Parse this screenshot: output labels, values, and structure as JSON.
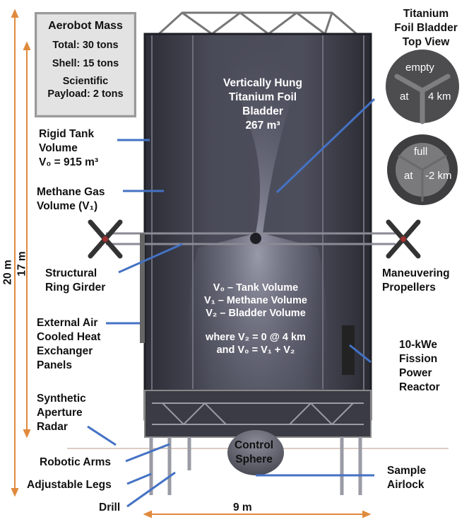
{
  "mass_box": {
    "title": "Aerobot Mass",
    "total": "Total:  30 tons",
    "shell": "Shell: 15 tons",
    "payload_line1": "Scientific",
    "payload_line2": "Payload: 2 tons"
  },
  "dimensions": {
    "overall_height": "20 m",
    "tank_height": "17 m",
    "width": "9 m"
  },
  "left_labels": {
    "rigid_tank": [
      "Rigid Tank",
      "Volume",
      "V₀ = 915 m³"
    ],
    "methane": [
      "Methane Gas",
      "Volume (V₁)"
    ],
    "girder": [
      "Structural",
      "Ring Girder"
    ],
    "heat_exchanger": [
      "External Air",
      "Cooled Heat",
      "Exchanger",
      "Panels"
    ],
    "radar": [
      "Synthetic",
      "Aperture",
      "Radar"
    ],
    "arms": "Robotic Arms",
    "legs": "Adjustable Legs",
    "drill": "Drill"
  },
  "center": {
    "bladder": [
      "Vertically Hung",
      "Titanium Foil",
      "Bladder",
      "267 m³"
    ],
    "equations": [
      "V₀ – Tank Volume",
      "V₁ – Methane Volume",
      "V₂ – Bladder Volume",
      "where V₂ = 0 @ 4 km",
      "and V₀ = V₁ + V₂"
    ],
    "control_sphere": [
      "Control",
      "Sphere"
    ]
  },
  "right_labels": {
    "top_view_title": [
      "Titanium",
      "Foil Bladder",
      "Top View"
    ],
    "empty_disc": {
      "top": "empty",
      "left": "at",
      "right": "4 km"
    },
    "full_disc": {
      "top": "full",
      "left": "at",
      "right": "-2 km"
    },
    "propellers": [
      "Maneuvering",
      "Propellers"
    ],
    "reactor": [
      "10-kWe",
      "Fission",
      "Power",
      "Reactor"
    ],
    "airlock": [
      "Sample",
      "Airlock"
    ]
  },
  "colors": {
    "dimension_arrow": "#e08a3c",
    "leader_line": "#4472c4",
    "tank": "#3c3d48"
  }
}
